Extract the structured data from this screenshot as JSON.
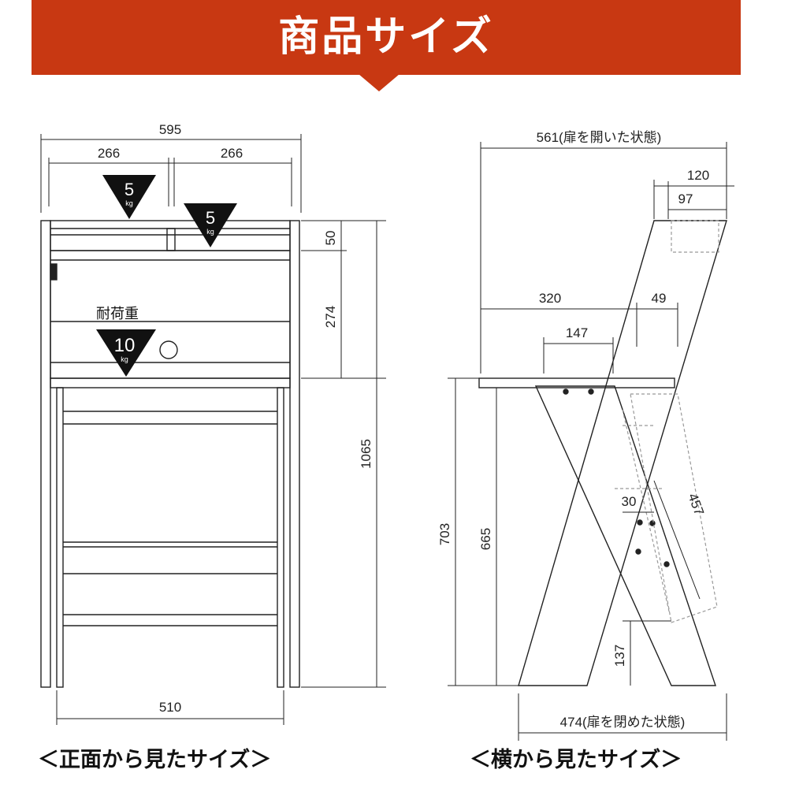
{
  "header": {
    "title": "商品サイズ"
  },
  "front": {
    "caption": "＜正面から見たサイズ＞",
    "dims": {
      "total_width": "595",
      "shelf_left": "266",
      "shelf_right": "266",
      "top_height": "50",
      "cabinet_height": "274",
      "total_height": "1065",
      "bottom_width": "510"
    },
    "load_label": "耐荷重",
    "loads": [
      {
        "value": "5",
        "unit": "kg"
      },
      {
        "value": "5",
        "unit": "kg"
      },
      {
        "value": "10",
        "unit": "kg"
      }
    ]
  },
  "side": {
    "caption": "＜横から見たサイズ＞",
    "dims": {
      "open_width": "561(扉を開いた状態)",
      "top_depth_outer": "120",
      "top_depth_inner": "97",
      "door_depth": "320",
      "inset": "49",
      "desk_depth": "147",
      "desk_height": "703",
      "leg_height": "665",
      "offset": "30",
      "diagonal": "457",
      "foot_height": "137",
      "closed_width": "474(扉を閉めた状態)"
    }
  },
  "colors": {
    "banner": "#c83812",
    "line": "#222222",
    "badge": "#111111"
  }
}
